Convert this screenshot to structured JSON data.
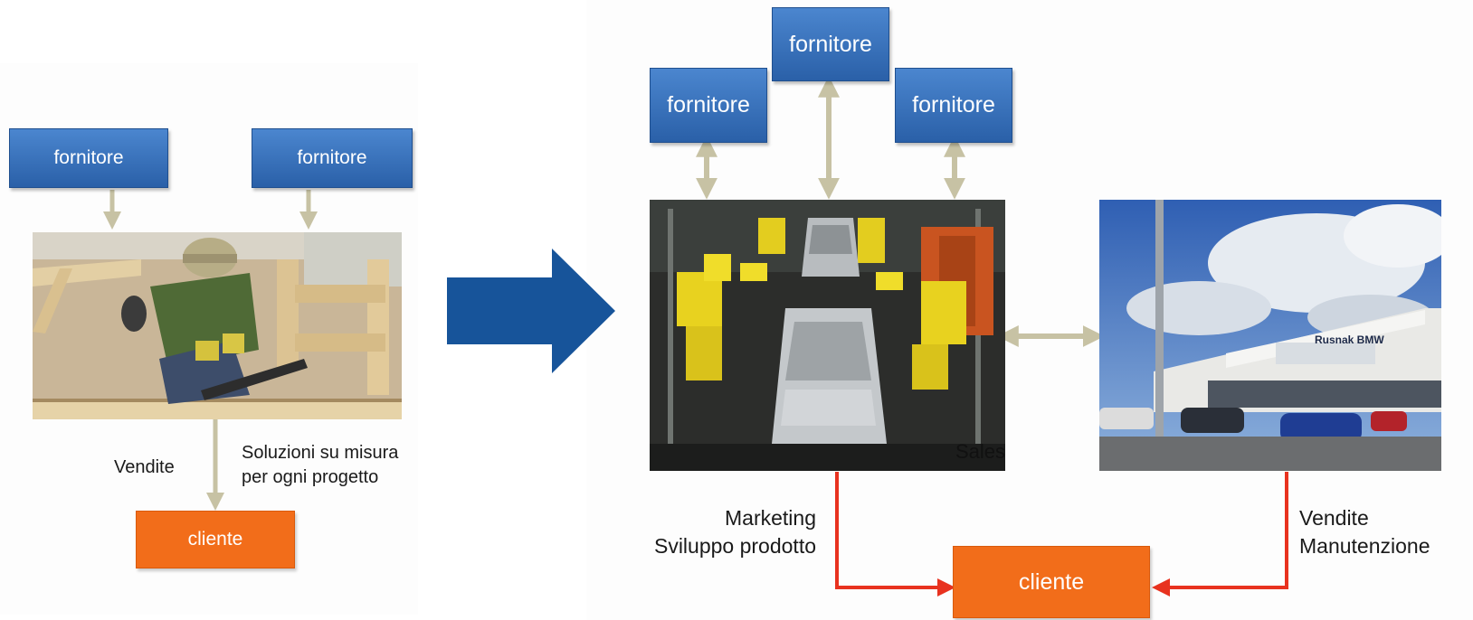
{
  "left": {
    "supplier_left": "fornitore",
    "supplier_right": "fornitore",
    "photo_name": "carpenter-photo",
    "sales_label": "Vendite",
    "custom_line1": "Soluzioni su misura",
    "custom_line2": "per ogni progetto",
    "customer": "cliente"
  },
  "right": {
    "supplier_top": "fornitore",
    "supplier_left": "fornitore",
    "supplier_right": "fornitore",
    "factory_overlay": "Sales",
    "dealer_sign": "Rusnak BMW",
    "marketing_line1": "Marketing",
    "marketing_line2": "Sviluppo prodotto",
    "sales_line1": "Vendite",
    "sales_line2": "Manutenzione",
    "customer": "cliente"
  },
  "colors": {
    "supplier_blue": "#2f6db5",
    "customer_orange": "#f26d1a",
    "big_arrow": "#17549a",
    "connector_tan": "#c7c2a4",
    "connector_red": "#e8321f"
  }
}
